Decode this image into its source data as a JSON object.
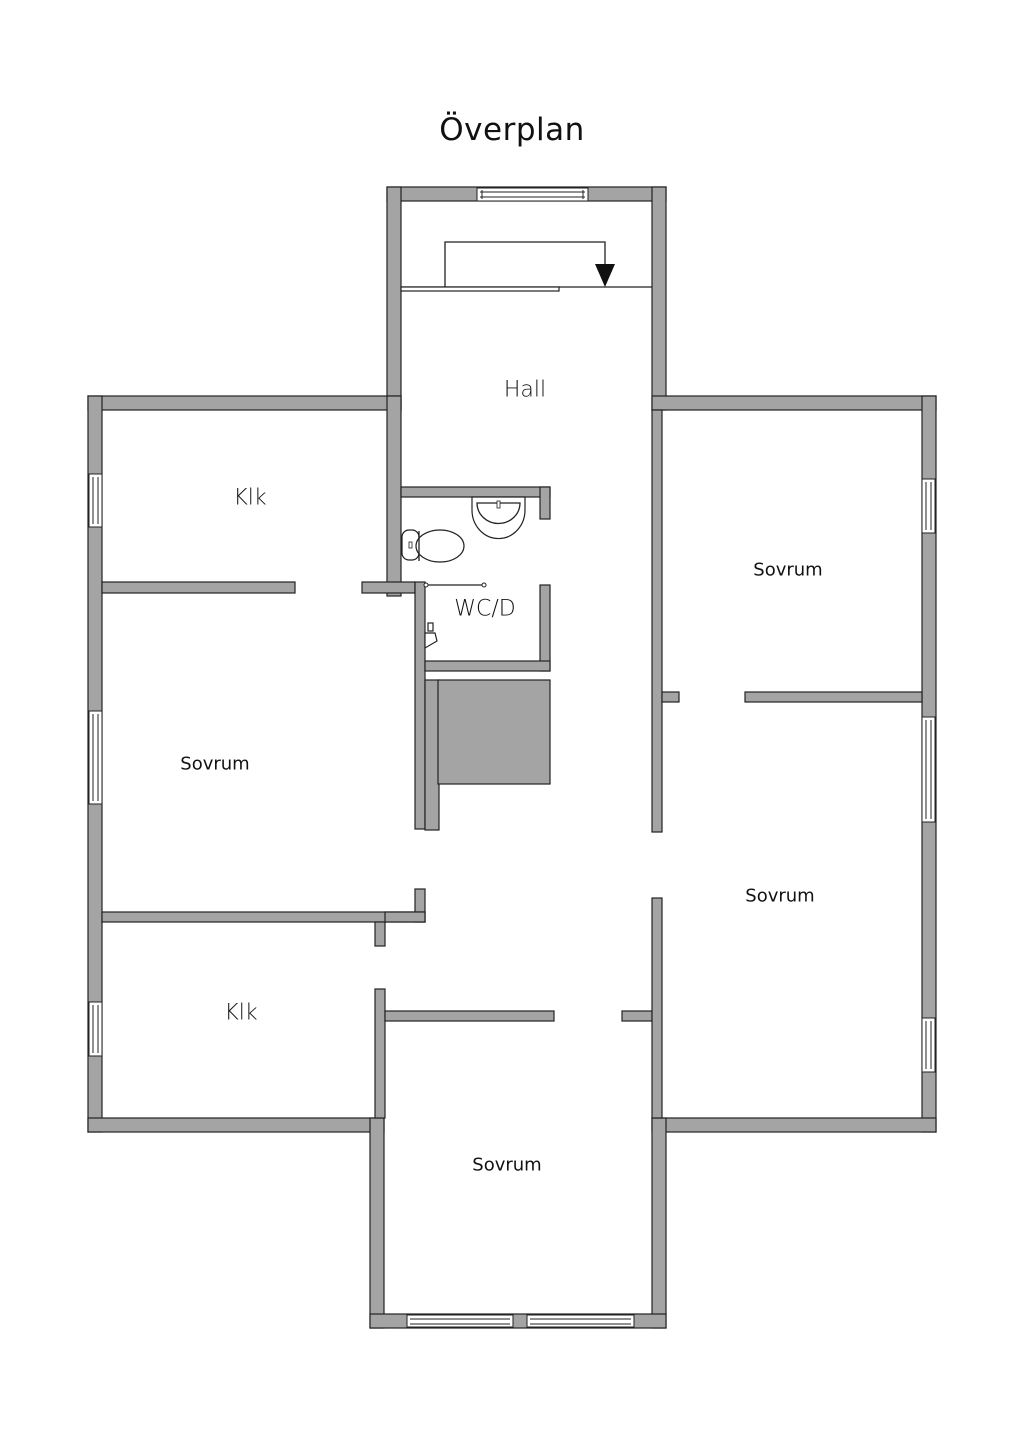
{
  "plan": {
    "title": "Överplan",
    "colors": {
      "wall": "#a4a4a4",
      "outline": "#222222",
      "background": "#ffffff"
    }
  },
  "rooms": [
    {
      "id": "hall",
      "label": "Hall"
    },
    {
      "id": "klk-top",
      "label": "Klk"
    },
    {
      "id": "wc",
      "label": "WC/D"
    },
    {
      "id": "sovrum-top-right",
      "label": "Sovrum"
    },
    {
      "id": "sovrum-left",
      "label": "Sovrum"
    },
    {
      "id": "sovrum-right",
      "label": "Sovrum"
    },
    {
      "id": "klk-bottom",
      "label": "Klk"
    },
    {
      "id": "sovrum-bottom",
      "label": "Sovrum"
    }
  ],
  "fixtures": {
    "stair_arrow": "down-arrow-icon",
    "toilet": "toilet-icon",
    "sink": "sink-icon",
    "shower": "shower-icon",
    "stairwell": "stairwell-block"
  }
}
